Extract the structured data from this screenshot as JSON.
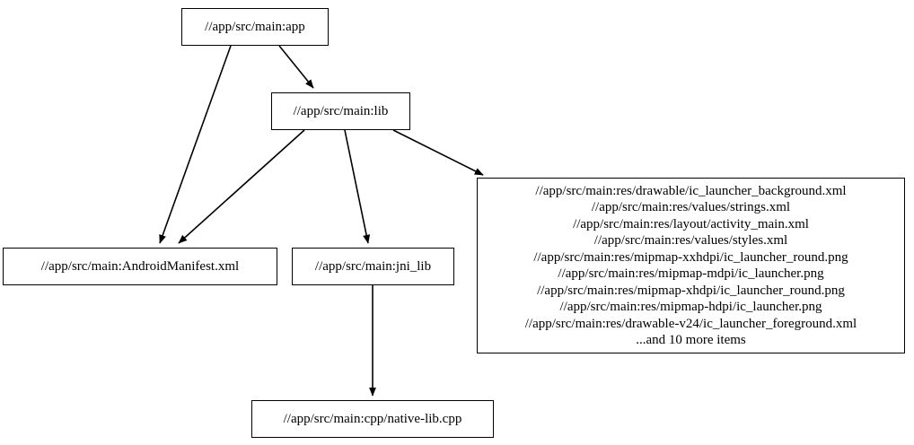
{
  "graph": {
    "type": "directed-dependency-graph",
    "background_color": "#ffffff",
    "node_border_color": "#000000",
    "node_fill_color": "#ffffff",
    "edge_color": "#000000",
    "nodes": [
      {
        "id": "app",
        "label": "//app/src/main:app"
      },
      {
        "id": "lib",
        "label": "//app/src/main:lib"
      },
      {
        "id": "manifest",
        "label": "//app/src/main:AndroidManifest.xml"
      },
      {
        "id": "jni_lib",
        "label": "//app/src/main:jni_lib"
      },
      {
        "id": "resources",
        "label": "//app/src/main:res/drawable/ic_launcher_background.xml\n//app/src/main:res/values/strings.xml\n//app/src/main:res/layout/activity_main.xml\n//app/src/main:res/values/styles.xml\n//app/src/main:res/mipmap-xxhdpi/ic_launcher_round.png\n//app/src/main:res/mipmap-mdpi/ic_launcher.png\n//app/src/main:res/mipmap-xhdpi/ic_launcher_round.png\n//app/src/main:res/mipmap-hdpi/ic_launcher.png\n//app/src/main:res/drawable-v24/ic_launcher_foreground.xml\n...and 10 more items",
        "lines": [
          "//app/src/main:res/drawable/ic_launcher_background.xml",
          "//app/src/main:res/values/strings.xml",
          "//app/src/main:res/layout/activity_main.xml",
          "//app/src/main:res/values/styles.xml",
          "//app/src/main:res/mipmap-xxhdpi/ic_launcher_round.png",
          "//app/src/main:res/mipmap-mdpi/ic_launcher.png",
          "//app/src/main:res/mipmap-xhdpi/ic_launcher_round.png",
          "//app/src/main:res/mipmap-hdpi/ic_launcher.png",
          "//app/src/main:res/drawable-v24/ic_launcher_foreground.xml",
          "...and 10 more items"
        ]
      },
      {
        "id": "native_lib",
        "label": "//app/src/main:cpp/native-lib.cpp"
      }
    ],
    "edges": [
      {
        "from": "app",
        "to": "manifest"
      },
      {
        "from": "app",
        "to": "lib"
      },
      {
        "from": "lib",
        "to": "manifest"
      },
      {
        "from": "lib",
        "to": "jni_lib"
      },
      {
        "from": "lib",
        "to": "resources"
      },
      {
        "from": "jni_lib",
        "to": "native_lib"
      }
    ]
  }
}
